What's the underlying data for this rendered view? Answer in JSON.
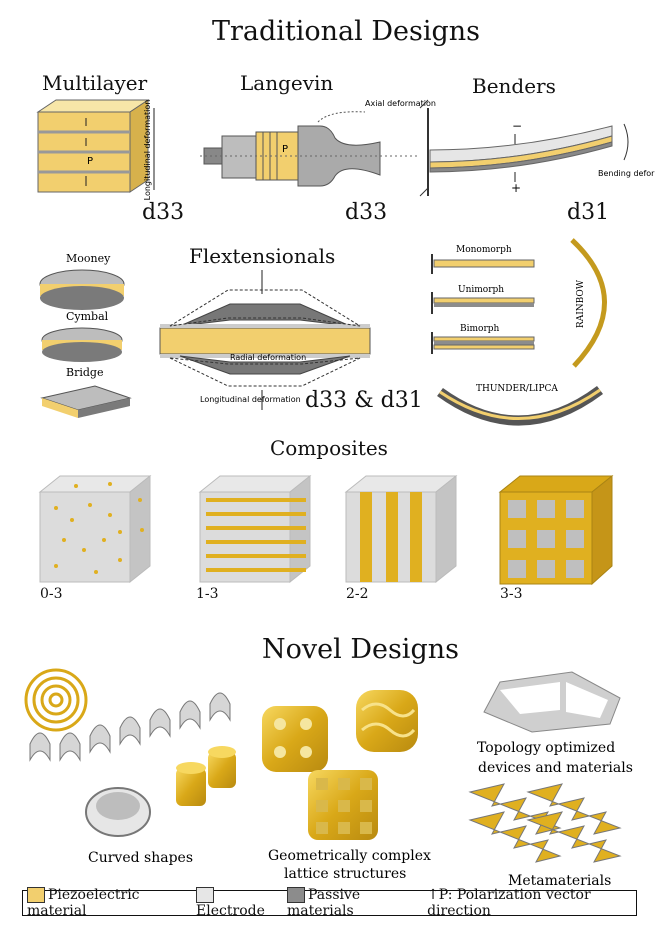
{
  "titles": {
    "traditional": "Traditional Designs",
    "novel": "Novel Designs",
    "composites": "Composites"
  },
  "sections": {
    "multilayer": "Multilayer",
    "langevin": "Langevin",
    "benders": "Benders",
    "flextensionals": "Flextensionals"
  },
  "labels": {
    "longitudinal_deformation": "Longitudinal deformation",
    "p": "P",
    "axial_deformation": "Axial deformation",
    "bending_deformation": "Bending deformation",
    "minus": "−",
    "plus": "+",
    "mooney": "Mooney",
    "cymbal": "Cymbal",
    "bridge": "Bridge",
    "radial_deformation": "Radial deformation",
    "monomorph": "Monomorph",
    "unimorph": "Unimorph",
    "bimorph": "Bimorph",
    "rainbow": "RAINBOW",
    "thunder": "THUNDER/LIPCA",
    "curved_shapes": "Curved shapes",
    "geo_complex_1": "Geometrically complex",
    "geo_complex_2": "lattice structures",
    "topology_1": "Topology optimized",
    "topology_2": "devices and materials",
    "metamaterials": "Metamaterials"
  },
  "coefficients": {
    "multilayer": "d33",
    "langevin": "d33",
    "benders": "d31",
    "flextensional": "d33 & d31"
  },
  "composites": [
    "0-3",
    "1-3",
    "2-2",
    "3-3"
  ],
  "legend": {
    "piezo": "Piezoelectric material",
    "electrode": "Electrode",
    "passive": "Passive materials",
    "polarization": "↑P: Polarization vector direction"
  },
  "colors": {
    "piezo": "#f2cf6e",
    "electrode": "#e6e6e6",
    "passive": "#8c8c8c",
    "gold": "#e0b020"
  }
}
